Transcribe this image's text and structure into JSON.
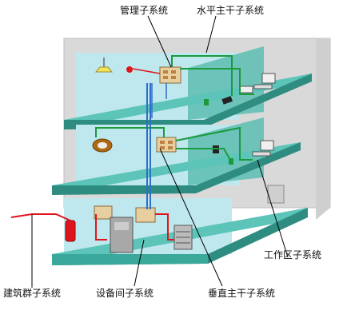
{
  "labels": {
    "management": "管理子系统",
    "horizontal": "水平主干子系统",
    "work_area": "工作区子系统",
    "building_group": "建筑群子系统",
    "equipment_room": "设备间子系统",
    "vertical": "垂直主干子系统"
  },
  "colors": {
    "floor": "#5cc4b8",
    "floor_edge": "#2e8c80",
    "back_wall": "#d9d9d9",
    "room_wall": "#bfe8ee",
    "partition": "#62bfb2",
    "cable_green": "#1c9a3c",
    "cable_blue": "#2e6ec8",
    "cable_red": "#e0141c",
    "leader": "#000000"
  },
  "icons": [
    "ceiling-lamp-icon",
    "alarm-icon",
    "computer-icon",
    "telephone-icon",
    "printer-icon",
    "patch-panel-icon",
    "server-cabinet-icon",
    "switch-rack-icon",
    "fire-extinguisher-icon",
    "camera-icon",
    "fax-icon"
  ]
}
